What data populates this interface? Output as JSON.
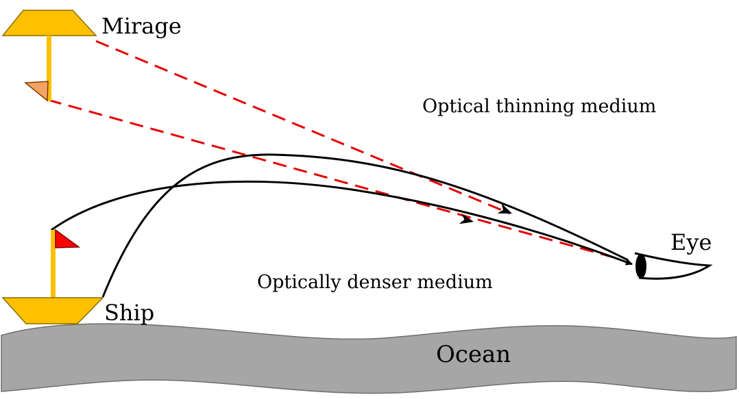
{
  "labels": {
    "mirage": "Mirage",
    "ship": "Ship",
    "eye": "Eye",
    "upper_medium": "Optical thinning medium",
    "lower_medium": "Optically denser medium",
    "ocean": "Ocean"
  },
  "colors": {
    "ship_hull": "#FFC000",
    "mast": "#FFC000",
    "ship_flag": "#FF0000",
    "mirage_flag": "#F4A460",
    "dashed_ray": "#E60000",
    "real_ray": "#000000",
    "ocean": "#A6A6A6"
  },
  "icons": {
    "ship": "ship-icon",
    "mirage": "mirage-ship-icon",
    "eye": "eye-icon"
  }
}
